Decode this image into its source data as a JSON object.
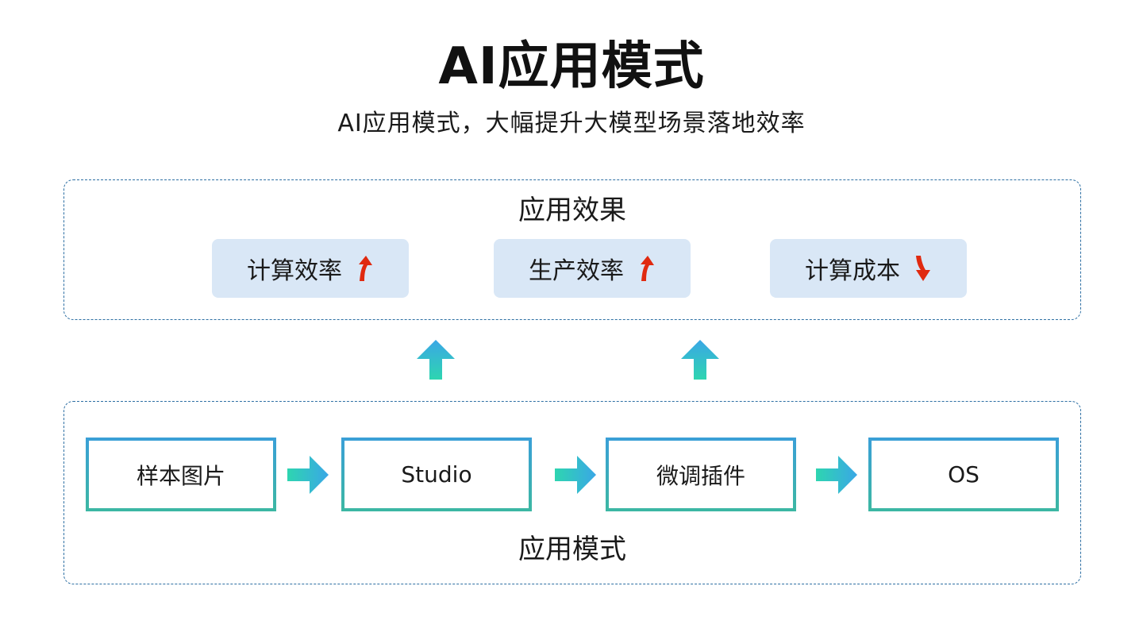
{
  "header": {
    "title": "AI应用模式",
    "subtitle": "AI应用模式，大幅提升大模型场景落地效率"
  },
  "effects_panel": {
    "title": "应用效果",
    "cards": [
      {
        "label": "计算效率",
        "trend": "up",
        "icon": "up-trend-arrow-icon"
      },
      {
        "label": "生产效率",
        "trend": "up",
        "icon": "up-trend-arrow-icon"
      },
      {
        "label": "计算成本",
        "trend": "down",
        "icon": "down-trend-arrow-icon"
      }
    ]
  },
  "modes_panel": {
    "title": "应用模式",
    "steps": [
      {
        "label": "样本图片"
      },
      {
        "label": "Studio"
      },
      {
        "label": "微调插件"
      },
      {
        "label": "OS"
      }
    ]
  },
  "colors": {
    "trend_arrow": "#e02a10",
    "gradient_start": "#2ed5b0",
    "gradient_end": "#3aa7e6",
    "panel_border": "#2d6fa3",
    "card_bg": "#d9e7f6"
  }
}
